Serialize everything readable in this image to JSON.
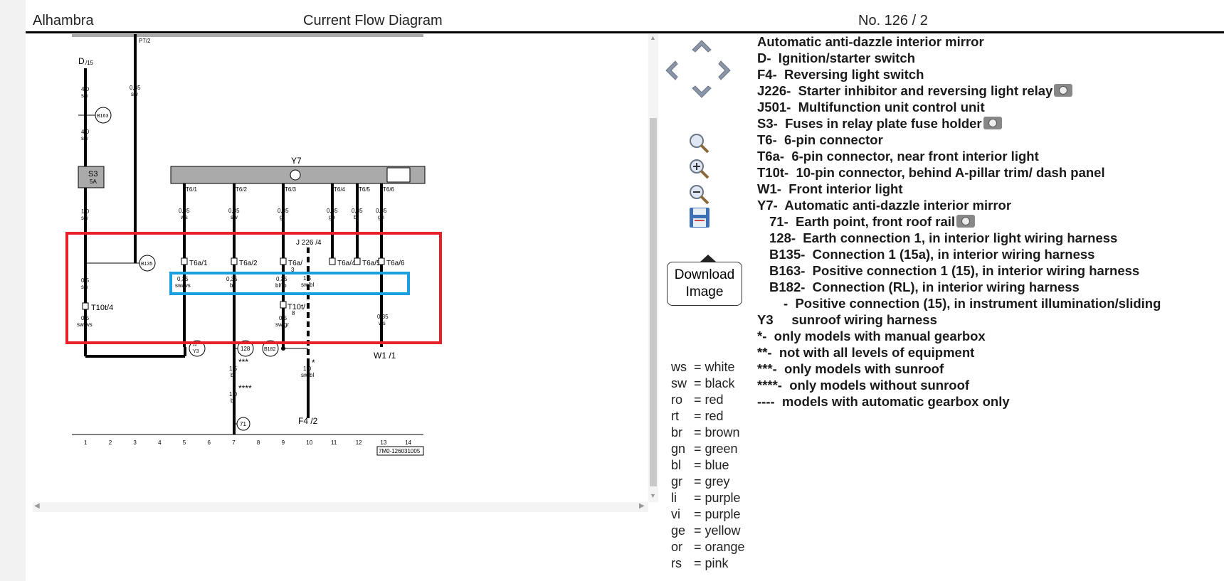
{
  "header": {
    "left": "Alhambra",
    "center": "Current Flow Diagram",
    "right": "No.  126 / 2"
  },
  "colors_data": {
    "highlight_red": "#e8202a",
    "highlight_blue": "#1aa0e0",
    "scroll_thumb": "#c9c9c9"
  },
  "nav": {
    "download_line1": "Download",
    "download_line2": "Image",
    "icons": [
      "chevron-up-icon",
      "chevron-left-icon",
      "chevron-right-icon",
      "chevron-down-icon",
      "search-icon",
      "zoom-in-icon",
      "zoom-out-icon",
      "save-icon"
    ]
  },
  "diagram": {
    "bus_label": "P7/2",
    "D": {
      "name": "D",
      "sub": "/15"
    },
    "S3": {
      "name": "S3",
      "rating": "5A"
    },
    "Y7": "Y7",
    "J226": "J 226 /4",
    "W1": "W1 /1",
    "F4": "F4 /2",
    "ref": "7M0-126031005",
    "track_numbers": [
      "1",
      "2",
      "3",
      "4",
      "5",
      "6",
      "7",
      "8",
      "9",
      "10",
      "11",
      "12",
      "13",
      "14"
    ],
    "pins_top": [
      "T6/1",
      "T6/2",
      "T6/3",
      "T6/4",
      "T6/5",
      "T6/6"
    ],
    "wires_top": [
      {
        "size": "0,35",
        "color": "ws"
      },
      {
        "size": "0,35",
        "color": "sw"
      },
      {
        "size": "0,35",
        "color": "gr"
      },
      {
        "size": "0,35",
        "color": "ge"
      },
      {
        "size": "0,35",
        "color": "bl"
      },
      {
        "size": "0,35",
        "color": "gn"
      }
    ],
    "conn_t6a": [
      "T6a/1",
      "T6a/2",
      "T6a/",
      "T6a/4",
      "T6a/5",
      "T6a/6"
    ],
    "t6a3_sub": "3",
    "wire_d1": {
      "size": "4,0",
      "color": "sw"
    },
    "wire_d2": {
      "size": "4,0",
      "color": "sw"
    },
    "wire_p7": {
      "size": "0,35",
      "color": "sw"
    },
    "wire_s3": {
      "size": "1,0",
      "color": "sw"
    },
    "wire_c1a": {
      "size": "0,5",
      "color": "sw"
    },
    "wire_c1b": {
      "size": "0,5",
      "color": "sw/ws"
    },
    "t10t4": "T10t/4",
    "t10t8": "T10t/",
    "t10t8_sub": "8",
    "wire_c5": {
      "size": "0,35",
      "color": "sw/ws"
    },
    "wire_c7": {
      "size": "0,35",
      "color": "br"
    },
    "wire_c9": {
      "size": "0,35",
      "color": "bl/ro"
    },
    "wire_c9b": {
      "size": "0,5",
      "color": "sw/gr"
    },
    "wire_c10": {
      "size": "1,5",
      "color": "sw/bl"
    },
    "wire_c10b": {
      "size": "1,0",
      "color": "sw/bl"
    },
    "wire_c13": {
      "size": "0,35",
      "color": "ws"
    },
    "wire_c7b": {
      "size": "1,5",
      "color": "br"
    },
    "wire_c7c": {
      "size": "1,0",
      "color": "br"
    },
    "circles": {
      "b163": "B163",
      "b135": "B135",
      "b182": "B182",
      "c128": "128",
      "c71": "71",
      "y3": "Y3",
      "y3star": "**"
    },
    "stars3": "***",
    "stars4": "****",
    "star1": "*"
  },
  "legend": [
    {
      "text": "Automatic anti-dazzle interior mirror",
      "indent": 0,
      "cam": false
    },
    {
      "text": "D-  Ignition/starter switch",
      "indent": 0,
      "cam": false
    },
    {
      "text": "F4-  Reversing light switch",
      "indent": 0,
      "cam": false
    },
    {
      "text": "J226-  Starter inhibitor and reversing light relay",
      "indent": 0,
      "cam": true
    },
    {
      "text": "J501-  Multifunction unit control unit",
      "indent": 0,
      "cam": false
    },
    {
      "text": "S3-  Fuses in relay plate fuse holder",
      "indent": 0,
      "cam": true
    },
    {
      "text": "T6-  6-pin connector",
      "indent": 0,
      "cam": false
    },
    {
      "text": "T6a-  6-pin connector, near front interior light",
      "indent": 0,
      "cam": false
    },
    {
      "text": "T10t-  10-pin connector, behind A-pillar trim/ dash panel",
      "indent": 0,
      "cam": false
    },
    {
      "text": "W1-  Front interior light",
      "indent": 0,
      "cam": false
    },
    {
      "text": "Y7-  Automatic anti-dazzle interior mirror",
      "indent": 0,
      "cam": false
    },
    {
      "text": "71-  Earth point, front roof rail",
      "indent": 1,
      "cam": true
    },
    {
      "text": "128-  Earth connection 1, in interior light wiring harness",
      "indent": 1,
      "cam": false
    },
    {
      "text": "B135-  Connection 1 (15a), in interior wiring harness",
      "indent": 1,
      "cam": false
    },
    {
      "text": "B163-  Positive connection 1 (15), in interior wiring harness",
      "indent": 1,
      "cam": false
    },
    {
      "text": "B182-  Connection (RL), in interior wiring harness",
      "indent": 1,
      "cam": false
    },
    {
      "text": "-  Positive connection (15), in instrument illumination/sliding",
      "indent": 2,
      "cam": false
    },
    {
      "text": "Y3     sunroof wiring harness",
      "indent": 0,
      "cam": false
    },
    {
      "text": "*-  only models with manual gearbox",
      "indent": 0,
      "cam": false
    },
    {
      "text": "**-  not with all levels of equipment",
      "indent": 0,
      "cam": false
    },
    {
      "text": "***-  only models with sunroof",
      "indent": 0,
      "cam": false
    },
    {
      "text": "****-  only models without sunroof",
      "indent": 0,
      "cam": false
    },
    {
      "text": "----  models with automatic gearbox only",
      "indent": 0,
      "cam": false
    }
  ],
  "color_codes": [
    {
      "code": "ws",
      "name": "= white"
    },
    {
      "code": "sw",
      "name": "= black"
    },
    {
      "code": "ro",
      "name": "= red"
    },
    {
      "code": "rt",
      "name": "= red"
    },
    {
      "code": "br",
      "name": "= brown"
    },
    {
      "code": "gn",
      "name": "= green"
    },
    {
      "code": "bl",
      "name": "= blue"
    },
    {
      "code": "gr",
      "name": "= grey"
    },
    {
      "code": "li",
      "name": "= purple"
    },
    {
      "code": "vi",
      "name": "= purple"
    },
    {
      "code": "ge",
      "name": "= yellow"
    },
    {
      "code": "or",
      "name": "= orange"
    },
    {
      "code": "rs",
      "name": "= pink"
    }
  ]
}
